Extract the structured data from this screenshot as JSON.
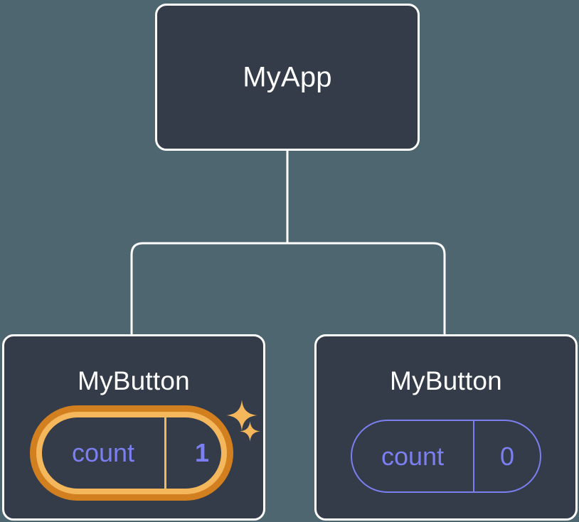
{
  "diagram": {
    "type": "component-tree",
    "background_color": "#4d6670",
    "node_fill_color": "#343b49",
    "node_border_color": "#ffffff",
    "connector_color": "#ffffff",
    "accent_highlight_color": "#f5b75c",
    "accent_highlight_outer_color": "#d2801f",
    "state_text_color": "#7b7ff0"
  },
  "root": {
    "label": "MyApp"
  },
  "children": [
    {
      "label": "MyButton",
      "state": {
        "key": "count",
        "value": "1",
        "highlighted": true
      },
      "sparkles": [
        {
          "name": "sparkle-large"
        },
        {
          "name": "sparkle-small"
        }
      ]
    },
    {
      "label": "MyButton",
      "state": {
        "key": "count",
        "value": "0",
        "highlighted": false
      }
    }
  ]
}
